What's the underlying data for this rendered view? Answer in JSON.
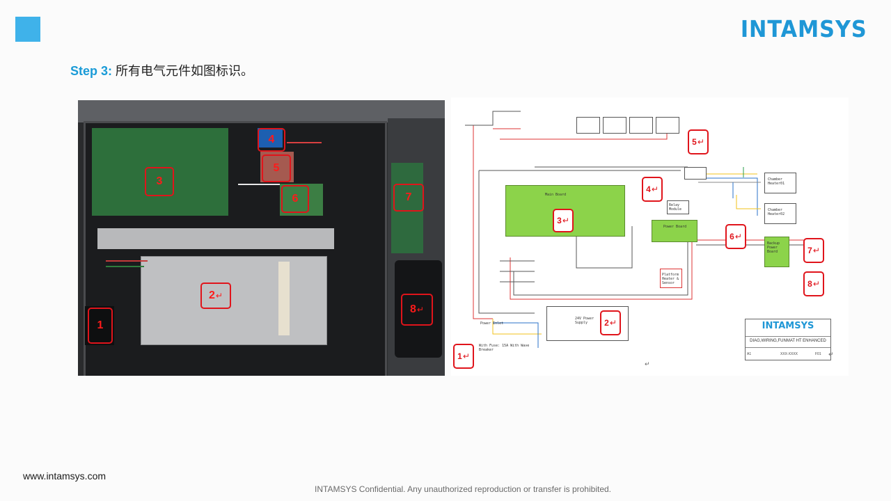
{
  "brand": {
    "logo_text": "INTAMSYS",
    "accent_color": "#1f97d6",
    "square_color": "#3fb2ea"
  },
  "step": {
    "label": "Step 3:",
    "text": "所有电气元件如图标识。"
  },
  "photo": {
    "callouts": [
      "1",
      "2",
      "3",
      "4",
      "5",
      "6",
      "7",
      "8"
    ]
  },
  "diagram": {
    "callouts": [
      "1",
      "2",
      "3",
      "4",
      "5",
      "6",
      "7",
      "8"
    ],
    "labels": {
      "main_board": "Main Board",
      "power_board": "Power Board",
      "psu": "24V Power Supply",
      "power_inlet": "Power Inlet",
      "power_inlet_note": "With Fuse: 15A With Wave Breaker",
      "chamber_heater_1": "Chamber Heater01",
      "chamber_heater_2": "Chamber Heater02",
      "backup_board": "Backup Power Board",
      "relay": "Relay Module",
      "platform": "Platform Heater & Sensor"
    },
    "title_block": {
      "logo_text": "INTAMSYS",
      "title": "DIAG,WIRING,FUNMAT HT ENHANCED",
      "size": "A1",
      "part_no": "XXX-XXXX",
      "rev": "F01"
    }
  },
  "footer": {
    "url": "www.intamsys.com",
    "confidential": "INTAMSYS  Confidential. Any unauthorized reproduction or transfer is prohibited."
  }
}
